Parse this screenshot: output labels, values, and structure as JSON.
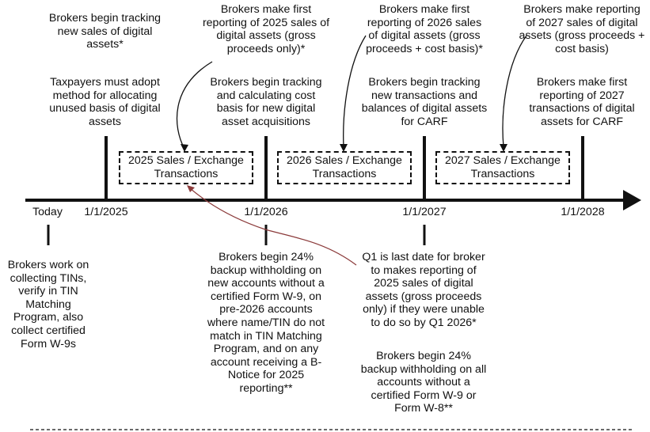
{
  "timeline": {
    "dates": [
      "Today",
      "1/1/2025",
      "1/1/2026",
      "1/1/2027",
      "1/1/2028"
    ],
    "boxes": [
      "2025 Sales / Exchange\nTransactions",
      "2026 Sales / Exchange\nTransactions",
      "2027 Sales / Exchange\nTransactions"
    ]
  },
  "above": {
    "col2025_top": "Brokers begin tracking\nnew sales of digital\nassets*",
    "col2025_bottom": "Taxpayers must adopt\nmethod for allocating\nunused basis of digital\nassets",
    "col2026_top": "Brokers make first\nreporting of 2025 sales of\ndigital assets (gross\nproceeds only)*",
    "col2026_bottom": "Brokers begin tracking\nand calculating cost\nbasis for new digital\nasset acquisitions",
    "col2027_top": "Brokers make first\nreporting of 2026 sales\nof digital assets (gross\nproceeds + cost basis)*",
    "col2027_bottom": "Brokers begin tracking\nnew transactions and\nbalances of digital assets\nfor CARF",
    "col2028_top": "Brokers make reporting\nof 2027 sales of digital\nassets (gross proceeds +\ncost basis)",
    "col2028_bottom": "Brokers make first\nreporting of 2027\ntransactions of digital\nassets for CARF"
  },
  "below": {
    "today": "Brokers work on\ncollecting TINs,\nverify in TIN\nMatching\nProgram, also\ncollect certified\nForm W-9s",
    "col2026": "Brokers begin 24%\nbackup withholding on\nnew accounts without a\ncertified Form W-9, on\npre-2026 accounts\nwhere name/TIN do not\nmatch in TIN Matching\nProgram, and on any\naccount receiving a B-\nNotice for 2025\nreporting**",
    "col2027_a": "Q1 is last date for broker\nto makes reporting of\n2025 sales of digital\nassets (gross proceeds\nonly) if they were unable\nto do so by Q1 2026*",
    "col2027_b": "Brokers begin 24%\nbackup withholding on all\naccounts without a\ncertified Form W-9 or\nForm W-8**"
  },
  "colors": {
    "line": "#111111",
    "connector": "#8b3a3a"
  }
}
